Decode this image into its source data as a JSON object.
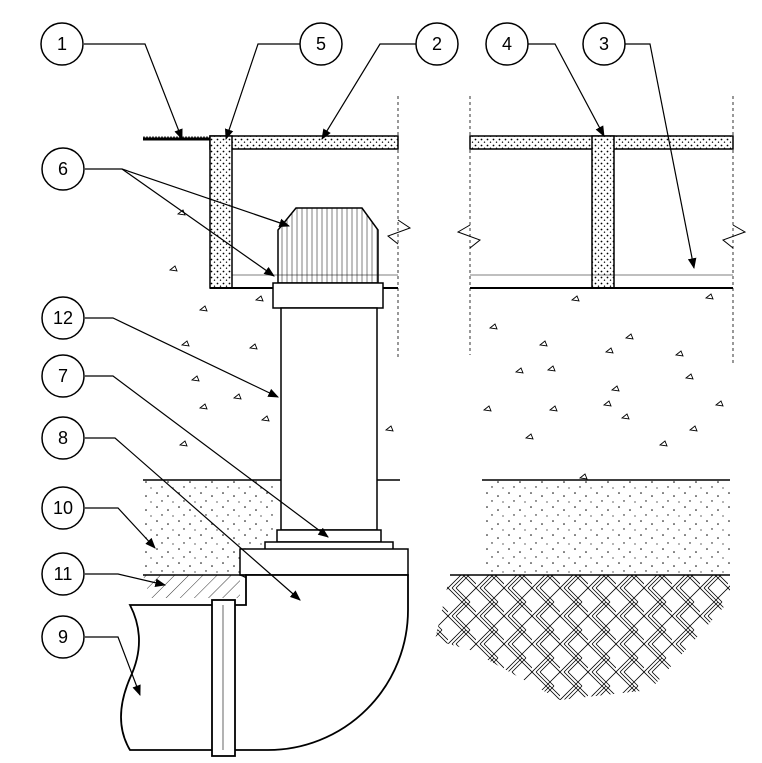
{
  "callouts": [
    {
      "id": "c1",
      "label": "1"
    },
    {
      "id": "c2",
      "label": "2"
    },
    {
      "id": "c3",
      "label": "3"
    },
    {
      "id": "c4",
      "label": "4"
    },
    {
      "id": "c5",
      "label": "5"
    },
    {
      "id": "c6",
      "label": "6"
    },
    {
      "id": "c7",
      "label": "7"
    },
    {
      "id": "c8",
      "label": "8"
    },
    {
      "id": "c9",
      "label": "9"
    },
    {
      "id": "c10",
      "label": "10"
    },
    {
      "id": "c11",
      "label": "11"
    },
    {
      "id": "c12",
      "label": "12"
    }
  ],
  "colors": {
    "line": "#000000",
    "background": "#ffffff",
    "hatch": "#000000"
  }
}
